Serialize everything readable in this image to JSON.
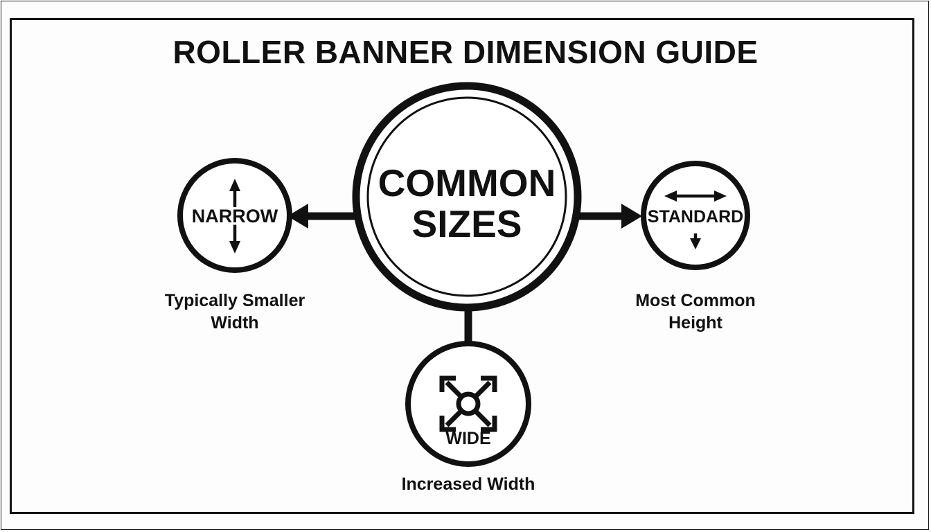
{
  "poster": {
    "title": "ROLLER BANNER DIMENSION GUIDE",
    "background_color": "#fdfdfd",
    "ink_color": "#111111",
    "border_color": "#1a1a1a"
  },
  "hub": {
    "label_line1": "COMMON",
    "label_line2": "SIZES",
    "icon": "double-ring-circle"
  },
  "nodes": [
    {
      "id": "narrow",
      "label": "NARROW",
      "caption_line1": "Typically Smaller",
      "caption_line2": "Width",
      "icon": "vertical-double-arrow-icon",
      "connector": "arrow-left"
    },
    {
      "id": "standard",
      "label": "STANDARD",
      "caption_line1": "Most Common",
      "caption_line2": "Height",
      "icon": "horizontal-double-arrow-and-down-arrow-icon",
      "connector": "arrow-right"
    },
    {
      "id": "wide",
      "label": "WIDE",
      "caption_line1": "Increased Width",
      "caption_line2": "",
      "icon": "four-way-expand-icon",
      "connector": "plain-line-down"
    }
  ]
}
